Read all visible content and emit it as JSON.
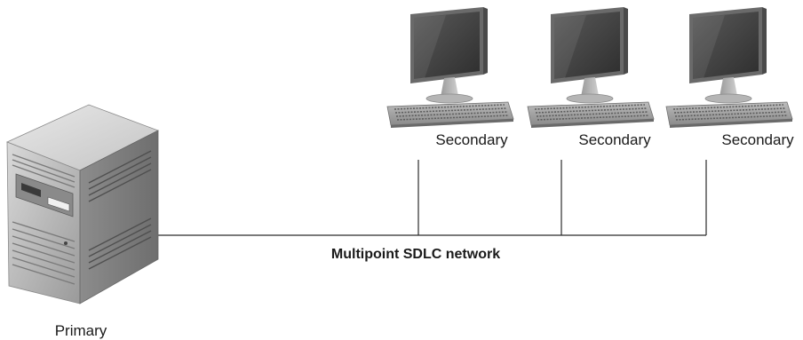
{
  "diagram": {
    "primary": {
      "label": "Primary",
      "icon": "server-tower-icon"
    },
    "secondaries": [
      {
        "label": "Secondary",
        "icon": "desktop-computer-icon"
      },
      {
        "label": "Secondary",
        "icon": "desktop-computer-icon"
      },
      {
        "label": "Secondary",
        "icon": "desktop-computer-icon"
      }
    ],
    "network": {
      "label": "Multipoint SDLC network"
    },
    "colors": {
      "line": "#2b2b2b",
      "screen": "#3d3d3d",
      "bezel": "#6a6a6a",
      "server": "#b8b8b8"
    }
  }
}
